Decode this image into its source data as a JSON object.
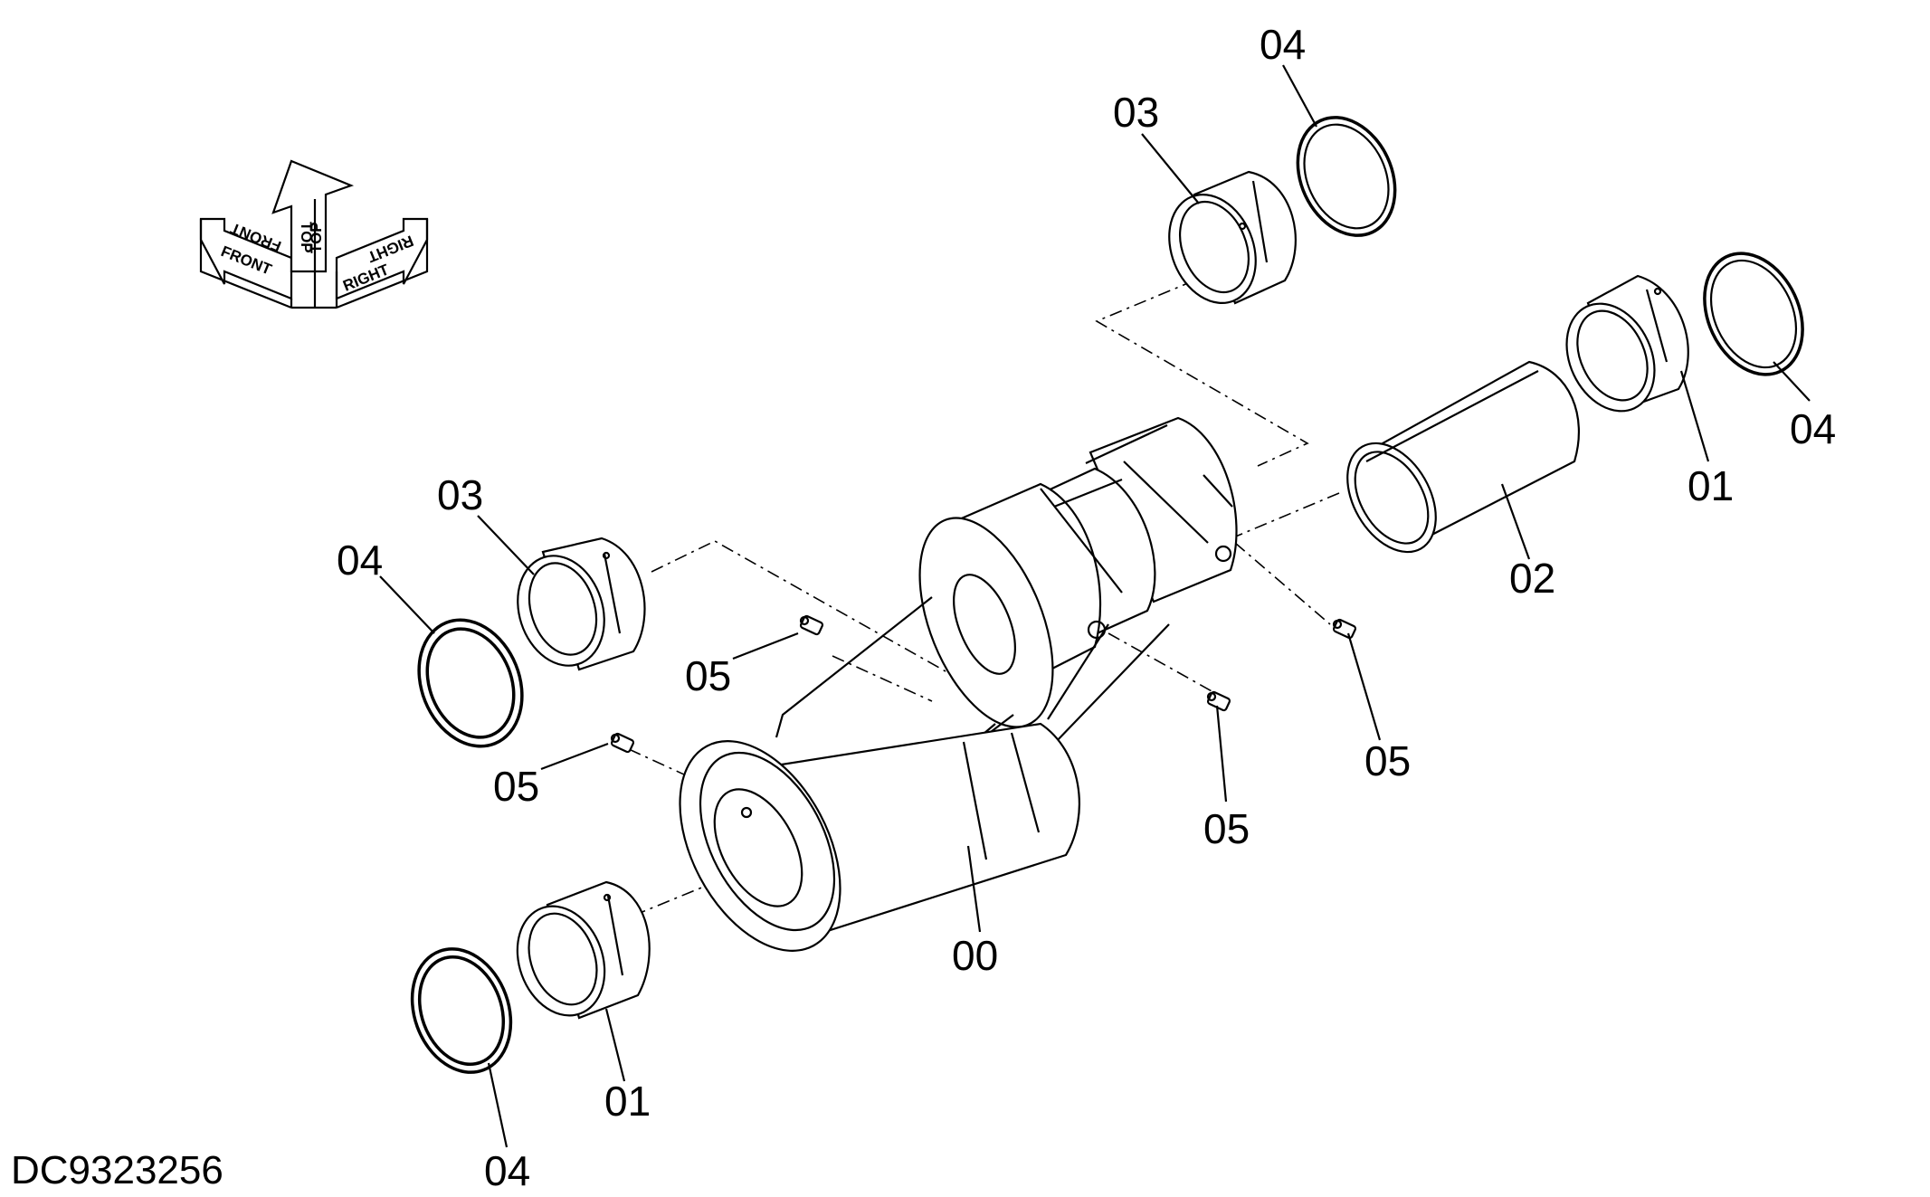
{
  "drawing_id": "DC9323256",
  "orientation": {
    "front": "FRONT",
    "top": "TOP",
    "right": "RIGHT"
  },
  "callouts": [
    {
      "id": "00",
      "label": "00"
    },
    {
      "id": "01-lower",
      "label": "01"
    },
    {
      "id": "01-upper",
      "label": "01"
    },
    {
      "id": "02",
      "label": "02"
    },
    {
      "id": "03-left",
      "label": "03"
    },
    {
      "id": "03-top",
      "label": "03"
    },
    {
      "id": "04-top",
      "label": "04"
    },
    {
      "id": "04-right",
      "label": "04"
    },
    {
      "id": "04-left",
      "label": "04"
    },
    {
      "id": "04-bottom",
      "label": "04"
    },
    {
      "id": "05-a",
      "label": "05"
    },
    {
      "id": "05-b",
      "label": "05"
    },
    {
      "id": "05-c",
      "label": "05"
    },
    {
      "id": "05-d",
      "label": "05"
    }
  ]
}
